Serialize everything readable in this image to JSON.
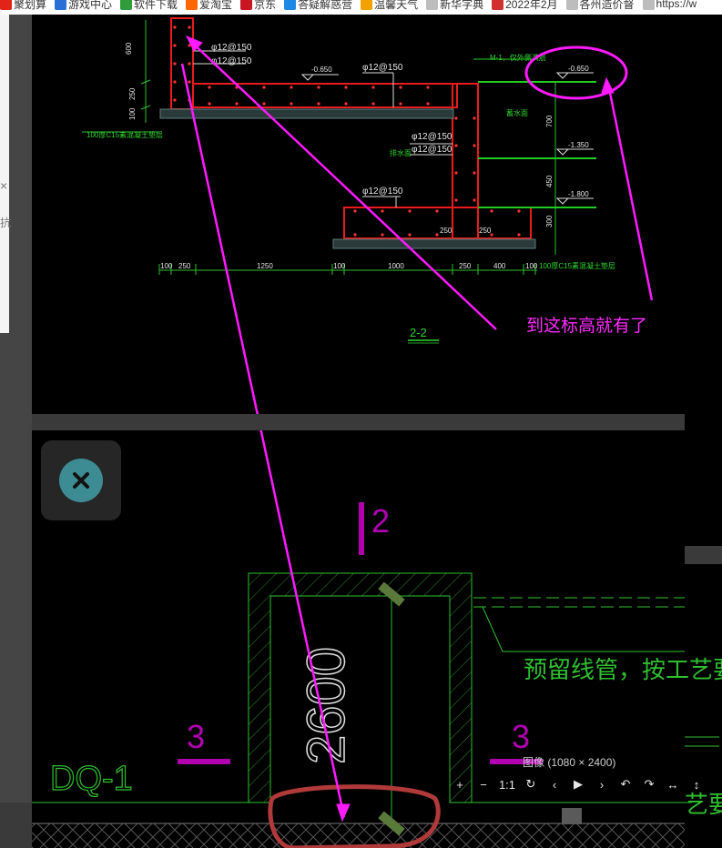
{
  "bookmarks": [
    {
      "label": "聚划算",
      "icon": "red-tag-icon",
      "color": "#e2231a"
    },
    {
      "label": "游戏中心",
      "icon": "game-icon",
      "color": "#2a6fd6"
    },
    {
      "label": "软件下载",
      "icon": "download-icon",
      "color": "#2f9d3c"
    },
    {
      "label": "爱淘宝",
      "icon": "taobao-icon",
      "color": "#ff6600"
    },
    {
      "label": "京东",
      "icon": "jd-icon",
      "color": "#c91623"
    },
    {
      "label": "答疑解惑营",
      "icon": "question-icon",
      "color": "#1e88e5"
    },
    {
      "label": "温馨天气",
      "icon": "weather-icon",
      "color": "#f2a100"
    },
    {
      "label": "新华字典",
      "icon": "page-icon",
      "color": "#bdbdbd"
    },
    {
      "label": "2022年2月",
      "icon": "calendar-icon",
      "color": "#d32f2f"
    },
    {
      "label": "各州造价督",
      "icon": "page-icon",
      "color": "#bdbdbd"
    },
    {
      "label": "https://w",
      "icon": "page-icon",
      "color": "#bdbdbd"
    }
  ],
  "left_panel": {
    "close_glyph": "×",
    "text_glyph": "抗"
  },
  "drawing_top": {
    "rebar_labels": [
      "φ12@150",
      "φ12@150",
      "φ12@150",
      "φ12@150",
      "φ12@150",
      "φ12@150"
    ],
    "elevations": [
      "-0.650",
      "-0.650",
      "-1.350",
      "-1.800"
    ],
    "dims_left": [
      "600",
      "250",
      "100"
    ],
    "dims_right": [
      "700",
      "450",
      "300"
    ],
    "dims_bottom": [
      "100",
      "250",
      "1250",
      "100",
      "1000",
      "250",
      "400",
      "100"
    ],
    "inner_dims": [
      "250",
      "250"
    ],
    "note_left": "100厚C15素混凝土垫层",
    "note_right": "100厚C15素混凝土垫层",
    "note_m1": "M-1，仅外侧满筋",
    "room_label_1": "蓄水面",
    "room_label_2": "排水面",
    "section_title": "2-2"
  },
  "annotation": {
    "text": "到这标高就有了",
    "color": "#ff2aff"
  },
  "drawing_bottom": {
    "section_mark_top": "2",
    "section_mark_left": "3",
    "section_mark_right": "3",
    "height_dim": "2600",
    "note": "预留线管，按工艺要",
    "label": "DQ-1",
    "edge_text": "艺要"
  },
  "viewer": {
    "image_info": "图像 (1080 × 2400)",
    "toolbar": [
      {
        "name": "zoom-in-button",
        "glyph": "+"
      },
      {
        "name": "zoom-out-button",
        "glyph": "−"
      },
      {
        "name": "actual-size-button",
        "glyph": "1:1"
      },
      {
        "name": "refresh-button",
        "glyph": "↻"
      },
      {
        "name": "prev-button",
        "glyph": "‹"
      },
      {
        "name": "play-button",
        "glyph": "▶"
      },
      {
        "name": "next-button",
        "glyph": "›"
      },
      {
        "name": "rotate-left-button",
        "glyph": "↶"
      },
      {
        "name": "rotate-right-button",
        "glyph": "↷"
      },
      {
        "name": "fit-width-button",
        "glyph": "↔"
      },
      {
        "name": "fit-height-button",
        "glyph": "↕"
      }
    ]
  }
}
